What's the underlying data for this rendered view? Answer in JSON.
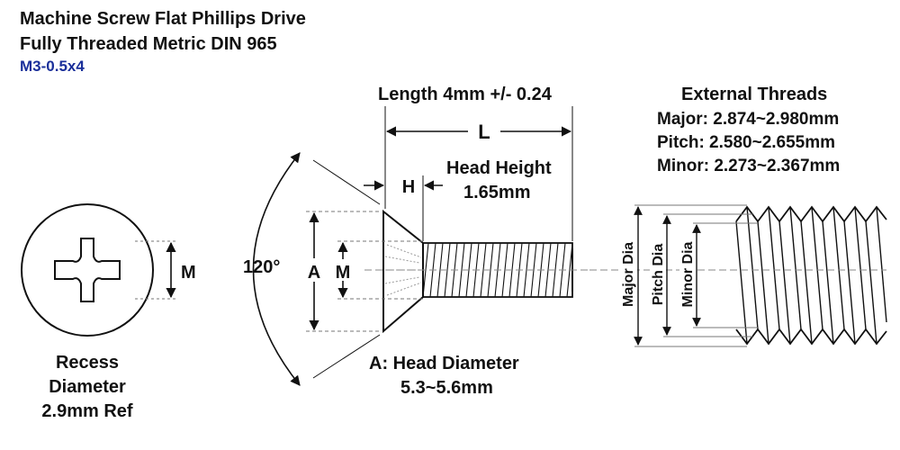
{
  "header": {
    "title": "Machine Screw Flat Phillips Drive",
    "subtitle": "Fully Threaded Metric DIN 965",
    "size_code": "M3-0.5x4"
  },
  "recess_view": {
    "dim_label": "M",
    "caption": [
      "Recess",
      "Diameter",
      "2.9mm Ref"
    ]
  },
  "side_view": {
    "angle": "120°",
    "length_caption": "Length 4mm +/- 0.24",
    "length_symbol": "L",
    "head_height_symbol": "H",
    "head_height_caption": [
      "Head Height",
      "1.65mm"
    ],
    "head_dia_symbol": "A",
    "recess_symbol": "M",
    "head_diameter_caption": [
      "A: Head Diameter",
      "5.3~5.6mm"
    ]
  },
  "threads": {
    "title": "External Threads",
    "lines": [
      "Major: 2.874~2.980mm",
      "Pitch:  2.580~2.655mm",
      "Minor: 2.273~2.367mm"
    ],
    "labels": {
      "major": "Major Dia",
      "pitch": "Pitch Dia",
      "minor": "Minor Dia"
    }
  },
  "colors": {
    "ink": "#111111",
    "accent": "#1a2f9a"
  }
}
